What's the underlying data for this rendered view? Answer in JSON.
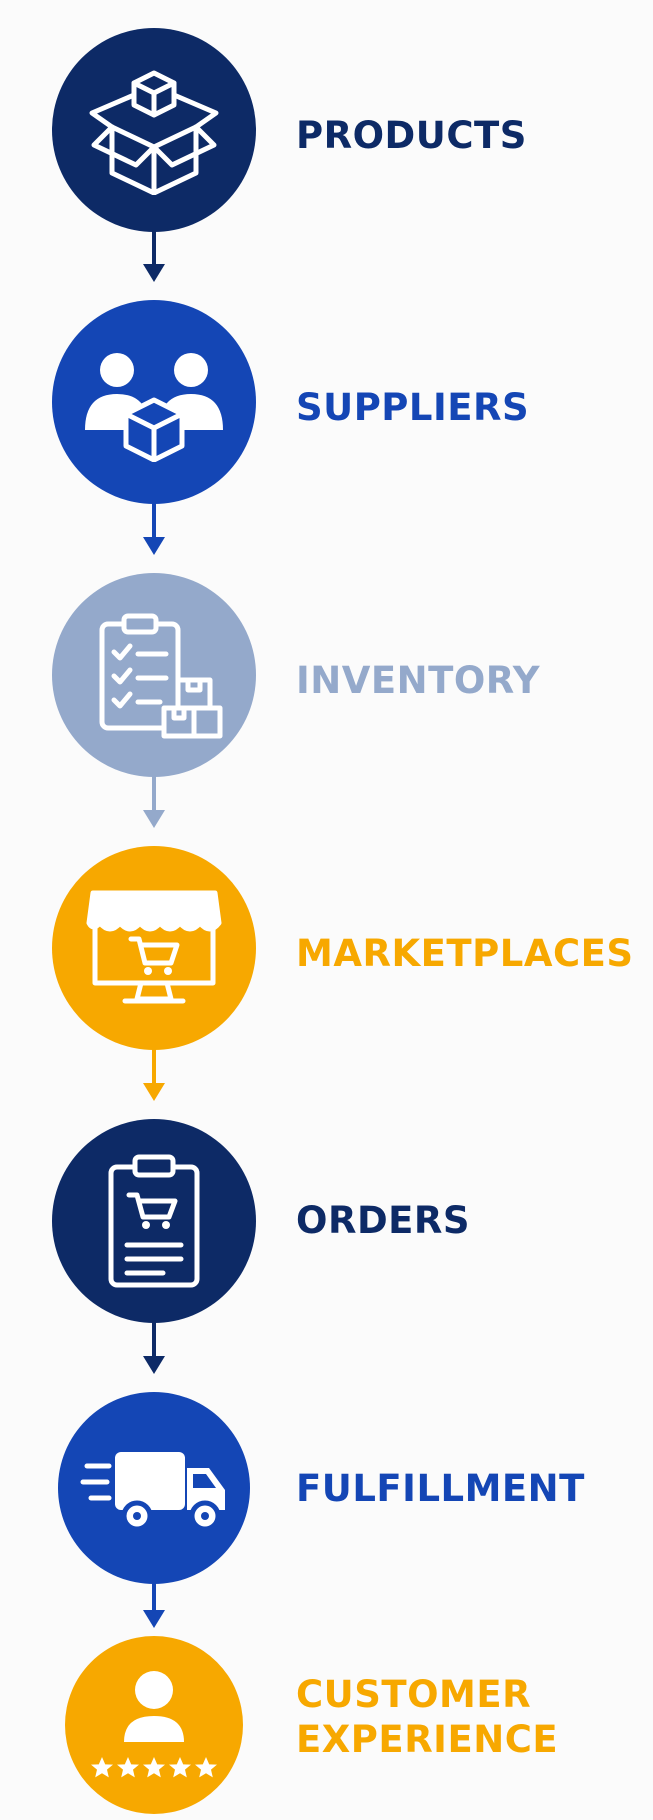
{
  "colors": {
    "navy": "#0d2a66",
    "blue": "#1446b5",
    "slate": "#94a9cb",
    "amber": "#f7a800",
    "white": "#ffffff",
    "background": "#fbfbfb"
  },
  "steps": [
    {
      "label": "PRODUCTS",
      "color": "#0d2a66",
      "icon": "open-box-icon"
    },
    {
      "label": "SUPPLIERS",
      "color": "#1446b5",
      "icon": "suppliers-icon"
    },
    {
      "label": "INVENTORY",
      "color": "#94a9cb",
      "icon": "clipboard-checklist-icon"
    },
    {
      "label": "MARKETPLACES",
      "color": "#f7a800",
      "icon": "storefront-monitor-icon"
    },
    {
      "label": "ORDERS",
      "color": "#0d2a66",
      "icon": "order-clipboard-icon"
    },
    {
      "label": "FULFILLMENT",
      "color": "#1446b5",
      "icon": "delivery-truck-icon"
    },
    {
      "label_line1": "CUSTOMER",
      "label_line2": "EXPERIENCE",
      "color": "#f7a800",
      "icon": "customer-rating-icon"
    }
  ]
}
